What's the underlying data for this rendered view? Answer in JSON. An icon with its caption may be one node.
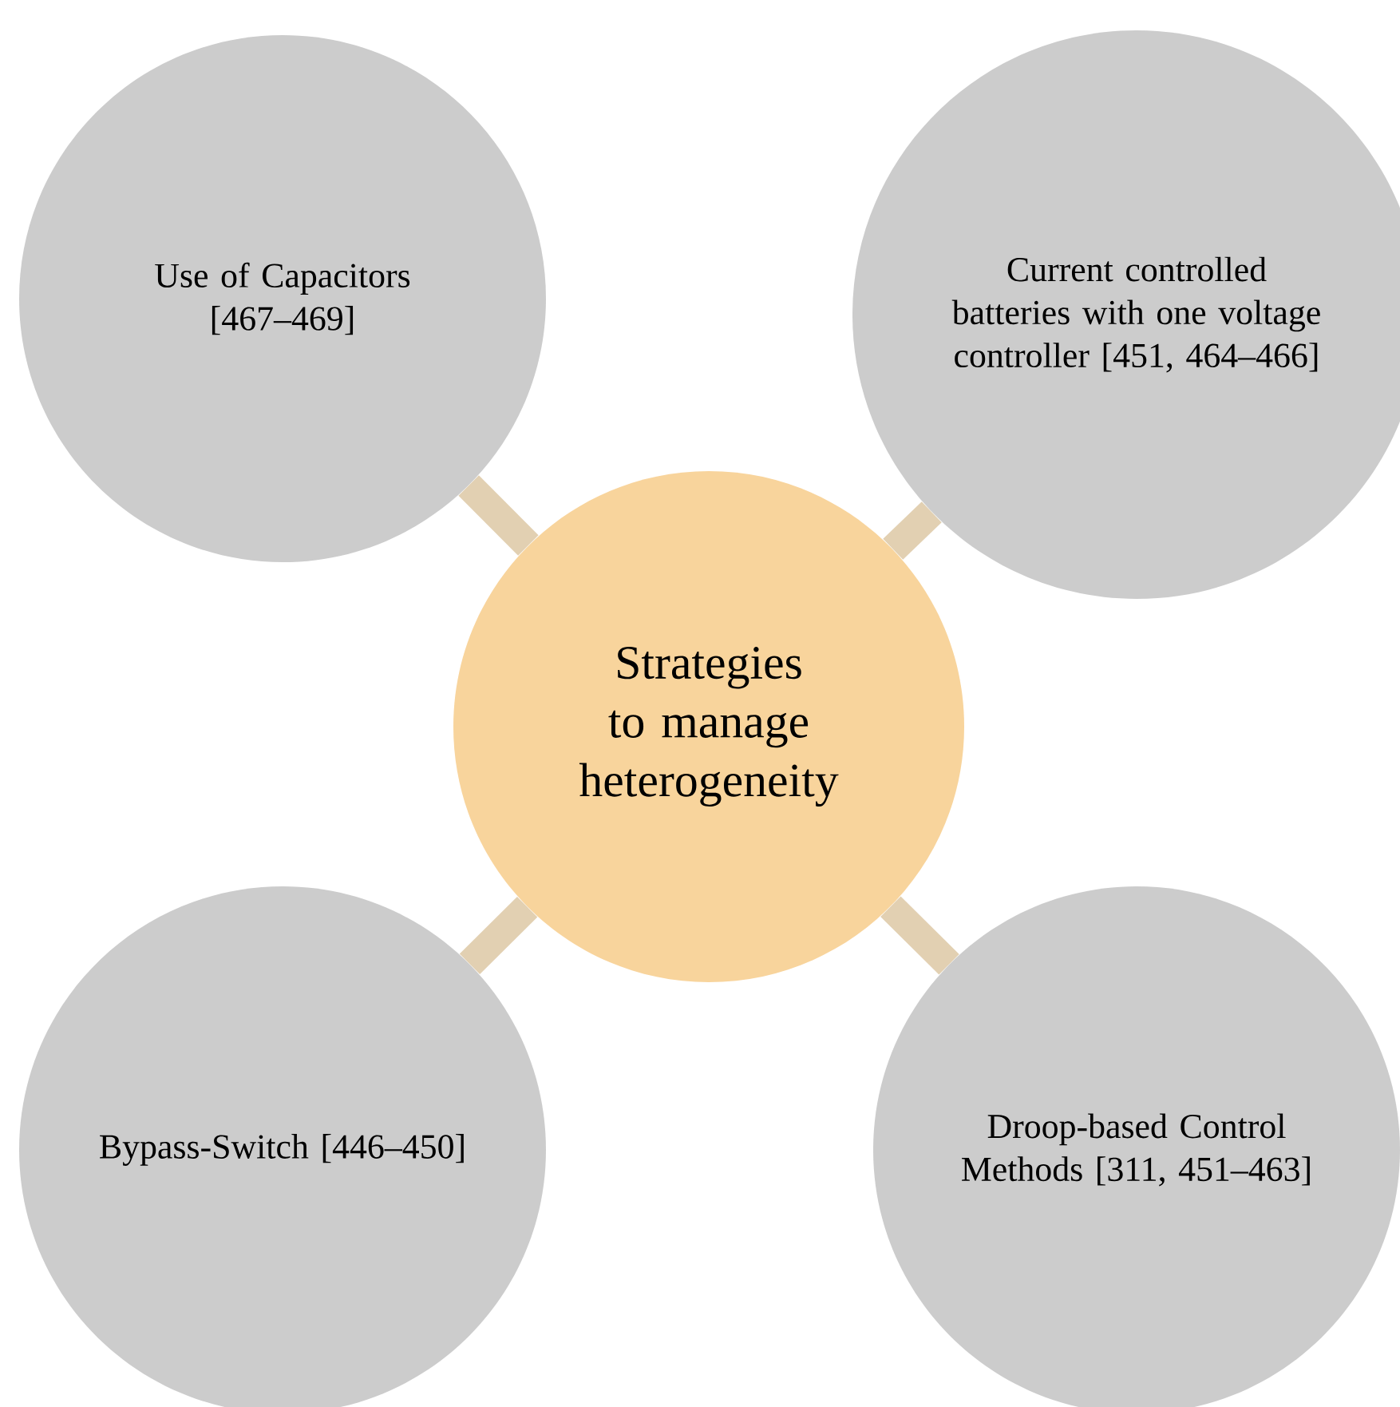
{
  "diagram": {
    "nodes": [
      {
        "text": [
          "Strategies to manage heterogeneity"
        ]
      },
      {
        "text": [
          "Use of Capacitors [467–469]"
        ]
      },
      {
        "text": [
          "Current controlled batteries with one voltage controller [451, 464–466]"
        ]
      },
      {
        "text": [
          "Bypass-Switch [446–450]"
        ]
      },
      {
        "text": [
          "Droop-based Control Methods [311, 451–463]"
        ]
      }
    ],
    "edges": [
      {
        "from": 0,
        "to": 1,
        "arrow": "none"
      },
      {
        "from": 0,
        "to": 2,
        "arrow": "none"
      },
      {
        "from": 0,
        "to": 3,
        "arrow": "none"
      },
      {
        "from": 0,
        "to": 4,
        "arrow": "none"
      }
    ]
  }
}
